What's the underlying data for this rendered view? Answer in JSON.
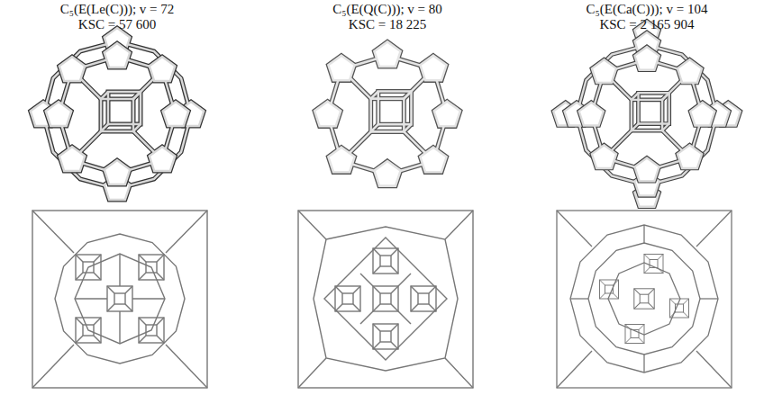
{
  "diagram": {
    "labels": [
      "C₅(E(Le(C))); v = 72",
      "KSC = 57 600",
      "C₅(E(Q(C))); v = 80",
      "KSC = 18 225",
      "C₅(E(Ca(C))); v = 104",
      "KSC = 2 165 904"
    ]
  }
}
